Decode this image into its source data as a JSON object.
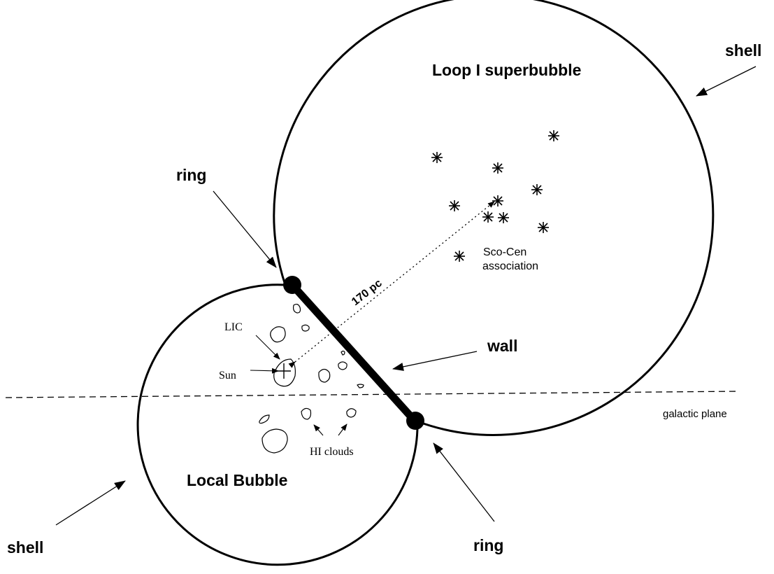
{
  "labels": {
    "loop_title": "Loop I  superbubble",
    "local_title": "Local  Bubble",
    "shell_top": "shell",
    "shell_bottom": "shell",
    "ring_top": "ring",
    "ring_bottom": "ring",
    "wall": "wall",
    "distance": "170 pc",
    "sco_cen_1": "Sco-Cen",
    "sco_cen_2": "association",
    "lic": "LIC",
    "sun": "Sun",
    "hi_clouds": "HI clouds",
    "galactic_plane": "galactic plane"
  },
  "colors": {
    "ink": "#000000",
    "background": "#ffffff"
  }
}
